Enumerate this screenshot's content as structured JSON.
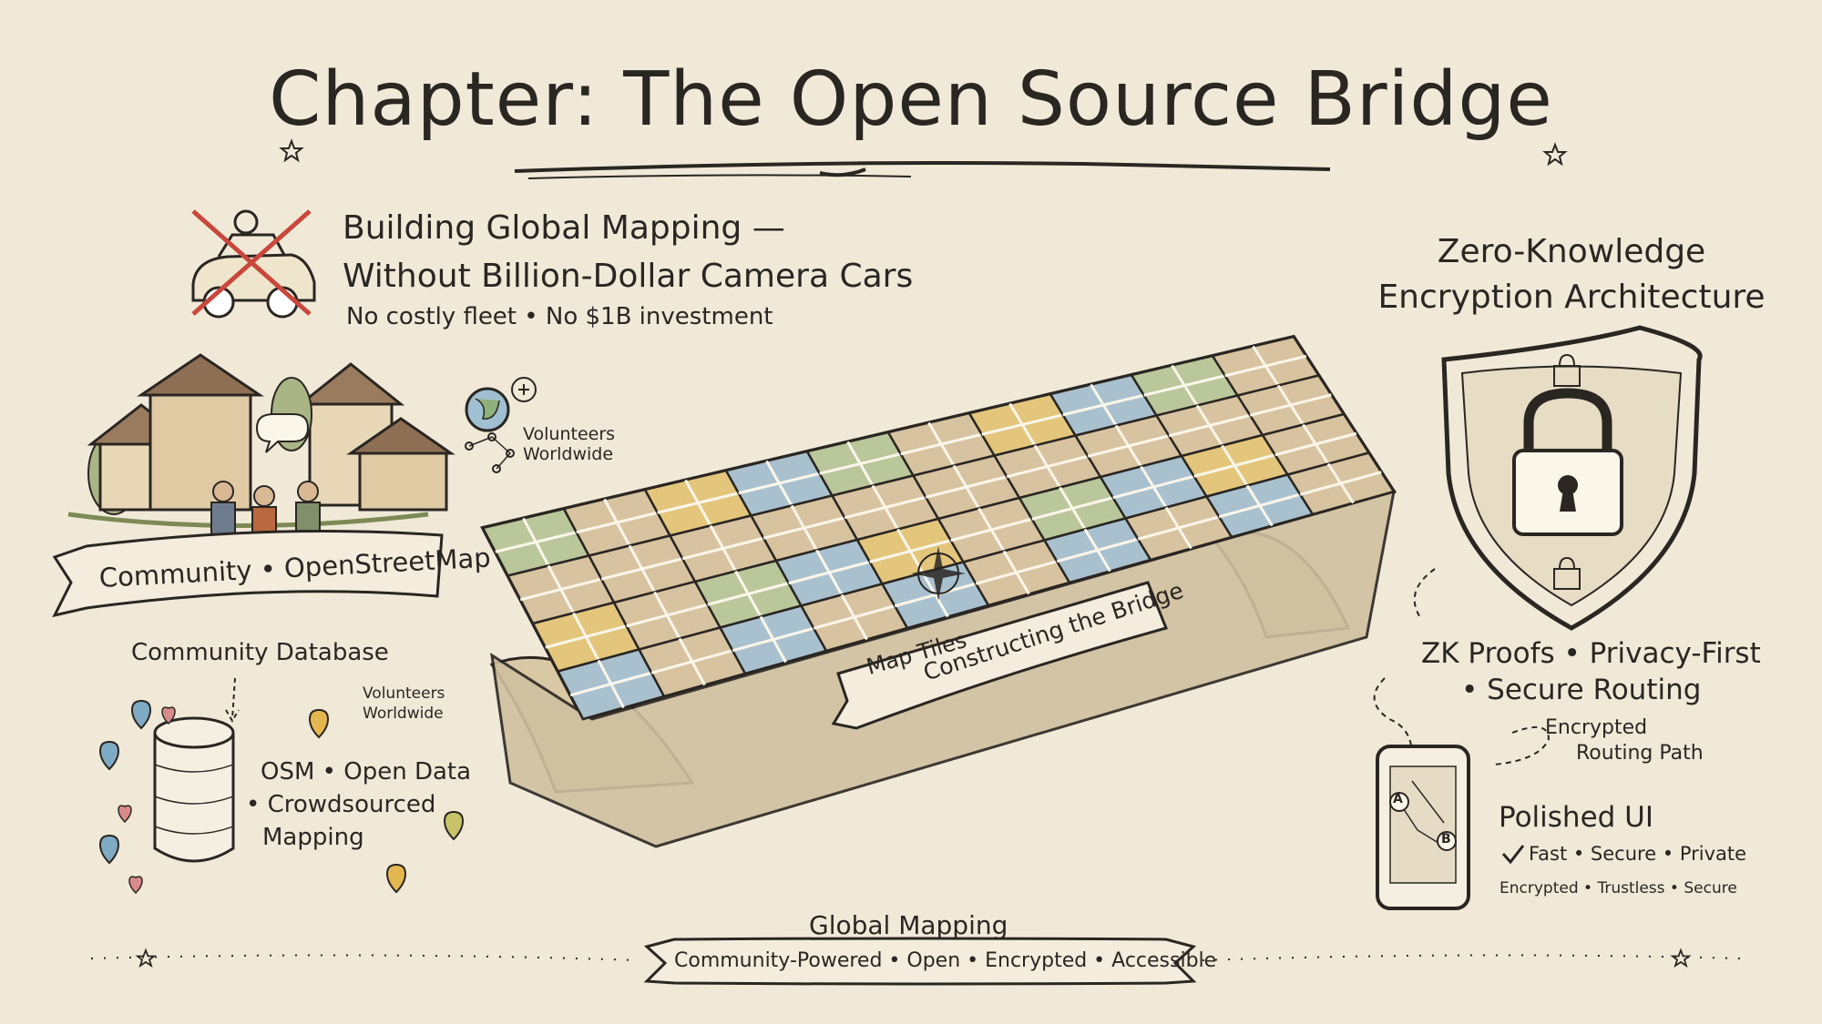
{
  "title": "Chapter: The Open Source Bridge",
  "intro": {
    "line1": "Building Global Mapping —",
    "line2": "Without Billion-Dollar Camera Cars",
    "line3": "No costly fleet • No $1B investment"
  },
  "community": {
    "globe_label_1": "Volunteers",
    "globe_label_2": "Worldwide",
    "banner": "Community • OpenStreetMap",
    "db_label": "Community Database",
    "db_volunteers_1": "Volunteers",
    "db_volunteers_2": "Worldwide",
    "osm_line1": "OSM • Open Data",
    "osm_line2": "• Crowdsourced",
    "osm_line3": "Mapping"
  },
  "bridge": {
    "banner_line1": "Map Tiles",
    "banner_line2": "Constructing the Bridge"
  },
  "security": {
    "title_line1": "Zero-Knowledge",
    "title_line2": "Encryption Architecture",
    "zk_line1": "ZK Proofs • Privacy-First",
    "zk_line2": "• Secure Routing",
    "path_line1": "Encrypted",
    "path_line2": "Routing Path",
    "ui_title": "Polished UI",
    "ui_line1": "Fast • Secure • Private",
    "ui_line2": "Encrypted • Trustless • Secure",
    "phone_a": "A",
    "phone_b": "B"
  },
  "footer": {
    "line1": "Global Mapping",
    "line2": "Community-Powered • Open • Encrypted • Accessible"
  },
  "colors": {
    "paper": "#f1e9d8",
    "ink": "#2a2622",
    "tile_green": "#b9c79a",
    "tile_blue": "#a9c1cf",
    "tile_yellow": "#e3c67c",
    "tile_tan": "#d8c3a0",
    "cross_red": "#c9473b"
  }
}
